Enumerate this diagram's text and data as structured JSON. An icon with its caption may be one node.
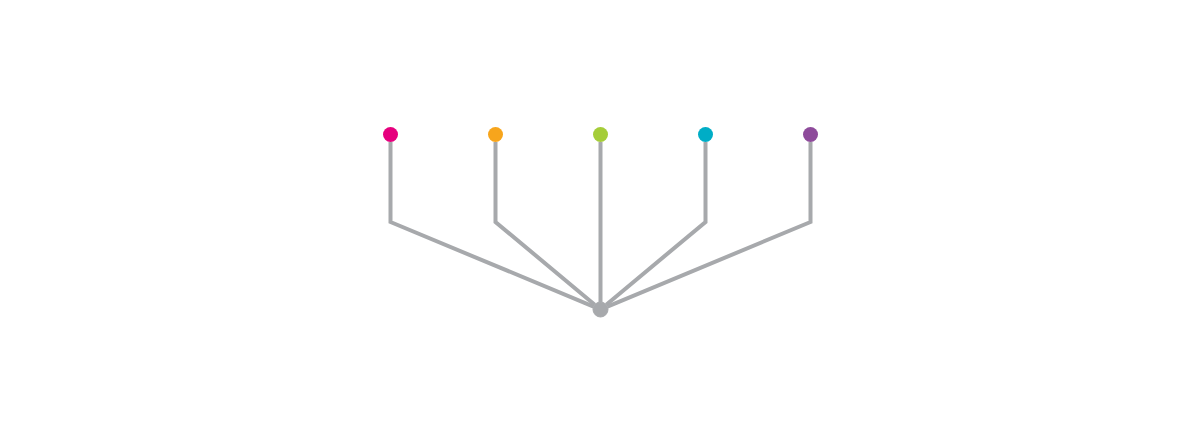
{
  "diagram": {
    "nodes": [
      {
        "text": [],
        "shape": "circle"
      },
      {
        "text": [],
        "shape": "circle"
      },
      {
        "text": [],
        "shape": "circle"
      },
      {
        "text": [],
        "shape": "circle"
      },
      {
        "text": [],
        "shape": "circle"
      },
      {
        "text": [],
        "shape": "point"
      }
    ],
    "edges": [
      {
        "from": 5,
        "to": 0,
        "arrow": "none"
      },
      {
        "from": 5,
        "to": 1,
        "arrow": "none"
      },
      {
        "from": 5,
        "to": 2,
        "arrow": "none"
      },
      {
        "from": 5,
        "to": 3,
        "arrow": "none"
      },
      {
        "from": 5,
        "to": 4,
        "arrow": "none"
      }
    ]
  }
}
